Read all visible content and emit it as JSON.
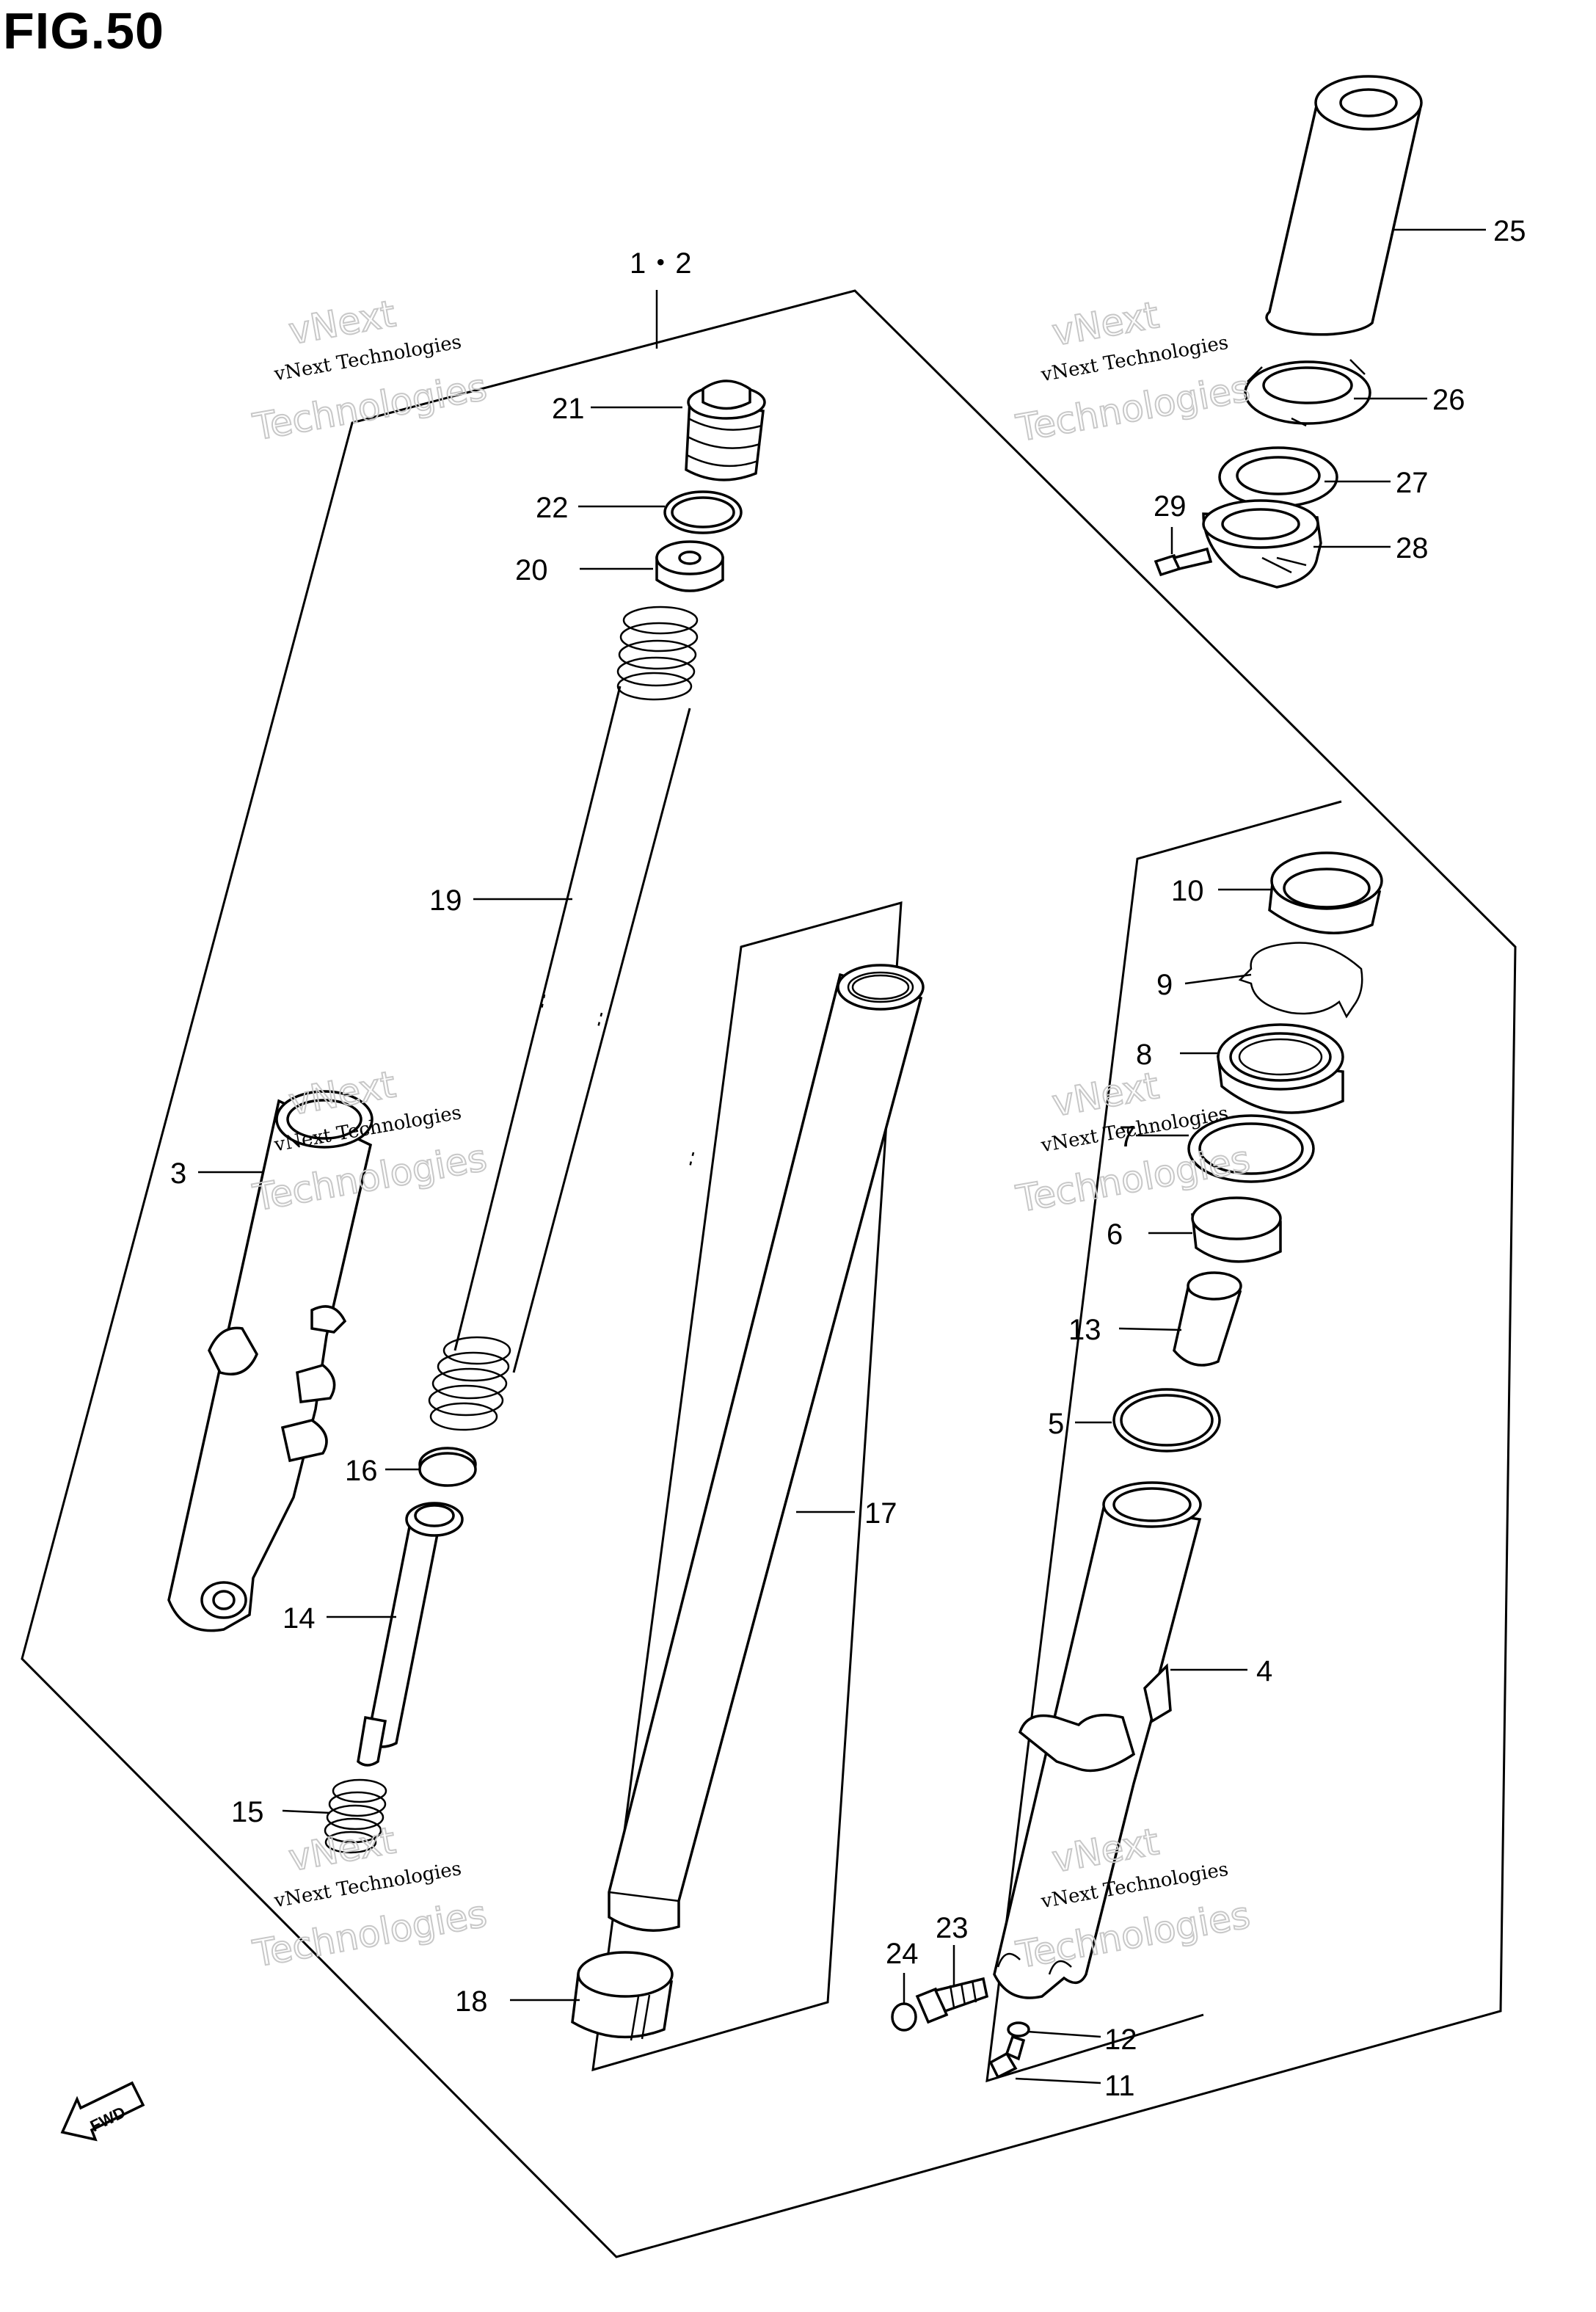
{
  "figure": {
    "title": "FIG.50"
  },
  "fwd_label": "FWD",
  "watermark": {
    "line1": "vNext Technologies",
    "line2": "Technologies",
    "line3": "vNext"
  },
  "callouts": [
    {
      "id": "1-2",
      "label": "1・2"
    },
    {
      "id": "3",
      "label": "3"
    },
    {
      "id": "4",
      "label": "4"
    },
    {
      "id": "5",
      "label": "5"
    },
    {
      "id": "6",
      "label": "6"
    },
    {
      "id": "7",
      "label": "7"
    },
    {
      "id": "8",
      "label": "8"
    },
    {
      "id": "9",
      "label": "9"
    },
    {
      "id": "10",
      "label": "10"
    },
    {
      "id": "11",
      "label": "11"
    },
    {
      "id": "12",
      "label": "12"
    },
    {
      "id": "13",
      "label": "13"
    },
    {
      "id": "14",
      "label": "14"
    },
    {
      "id": "15",
      "label": "15"
    },
    {
      "id": "16",
      "label": "16"
    },
    {
      "id": "17",
      "label": "17"
    },
    {
      "id": "18",
      "label": "18"
    },
    {
      "id": "19",
      "label": "19"
    },
    {
      "id": "20",
      "label": "20"
    },
    {
      "id": "21",
      "label": "21"
    },
    {
      "id": "22",
      "label": "22"
    },
    {
      "id": "23",
      "label": "23"
    },
    {
      "id": "24",
      "label": "24"
    },
    {
      "id": "25",
      "label": "25"
    },
    {
      "id": "26",
      "label": "26"
    },
    {
      "id": "27",
      "label": "27"
    },
    {
      "id": "28",
      "label": "28"
    },
    {
      "id": "29",
      "label": "29"
    }
  ]
}
